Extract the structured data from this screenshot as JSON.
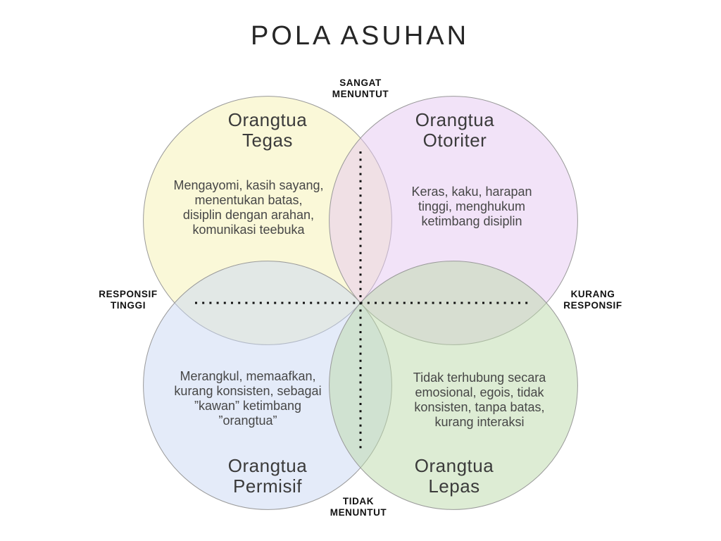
{
  "title": "POLA ASUHAN",
  "axis_labels": {
    "top": "SANGAT\nMENUNTUT",
    "bottom": "TIDAK\nMENUNTUT",
    "left": "RESPONSIF\nTINGGI",
    "right": "KURANG\nRESPONSIF"
  },
  "quadrants": {
    "tegas": {
      "title": "Orangtua\nTegas",
      "description": "Mengayomi, kasih sayang,\nmenentukan batas,\ndisiplin dengan arahan,\nkomunikasi teebuka",
      "color": "#F5F1B1"
    },
    "otoriter": {
      "title": "Orangtua\nOtoriter",
      "description": "Keras, kaku, harapan\ntinggi, menghukum\nketimbang disiplin",
      "color": "#E5C7F1"
    },
    "permisif": {
      "title": "Orangtua\nPermisif",
      "description": "Merangkul, memaafkan,\nkurang konsisten, sebagai\n”kawan” ketimbang\n”orangtua”",
      "color": "#C9D7F3"
    },
    "lepas": {
      "title": "Orangtua\nLepas",
      "description": "Tidak terhubung secara\nemosional, egois, tidak\nkonsisten, tanpa batas,\nkurang interaksi",
      "color": "#BBD9A9"
    }
  },
  "styles": {
    "circle_stroke": "#999999",
    "dot_color": "#111111",
    "background": "#FFFFFF"
  }
}
